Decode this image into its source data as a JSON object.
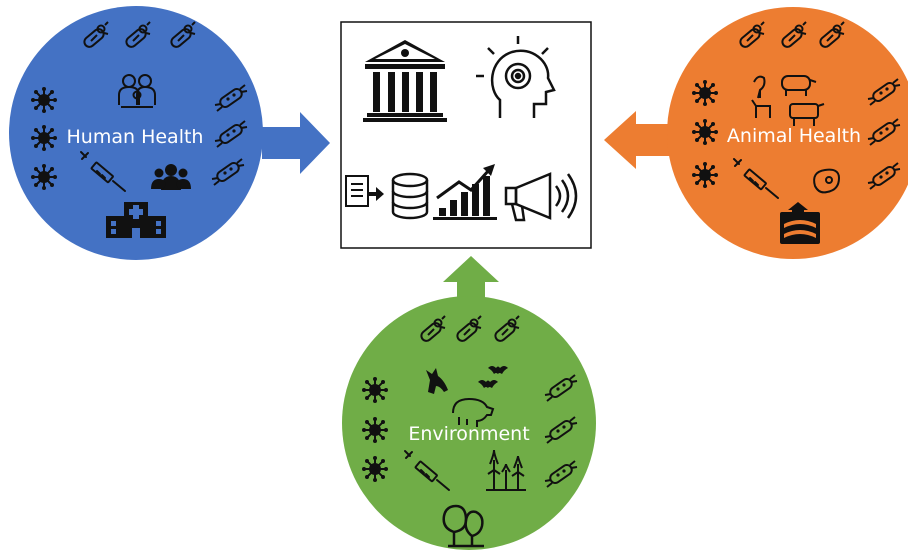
{
  "circles": {
    "human": {
      "label": "Human Health",
      "color": "#4472C4"
    },
    "animal": {
      "label": "Animal Health",
      "color": "#ED7D31"
    },
    "environment": {
      "label": "Environment",
      "color": "#70AD47"
    }
  },
  "arrows": {
    "human_color": "#4472C4",
    "animal_color": "#ED7D31",
    "environment_color": "#70AD47"
  },
  "center_box": {
    "icons": [
      "institution-icon",
      "head-idea-icon",
      "data-pipeline-icon",
      "growth-chart-icon",
      "megaphone-icon"
    ]
  },
  "icon_sets": {
    "human": [
      "pill-icon",
      "family-icon",
      "virus-icon",
      "bacteria-icon",
      "syringe-icon",
      "group-icon",
      "hospital-icon"
    ],
    "animal": [
      "pill-icon",
      "livestock-icon",
      "virus-icon",
      "bacteria-icon",
      "syringe-icon",
      "meat-icon",
      "farm-icon"
    ],
    "environment": [
      "pill-icon",
      "wolf-icon",
      "bat-icon",
      "boar-icon",
      "virus-icon",
      "bacteria-icon",
      "syringe-icon",
      "crops-icon",
      "trees-icon"
    ]
  }
}
